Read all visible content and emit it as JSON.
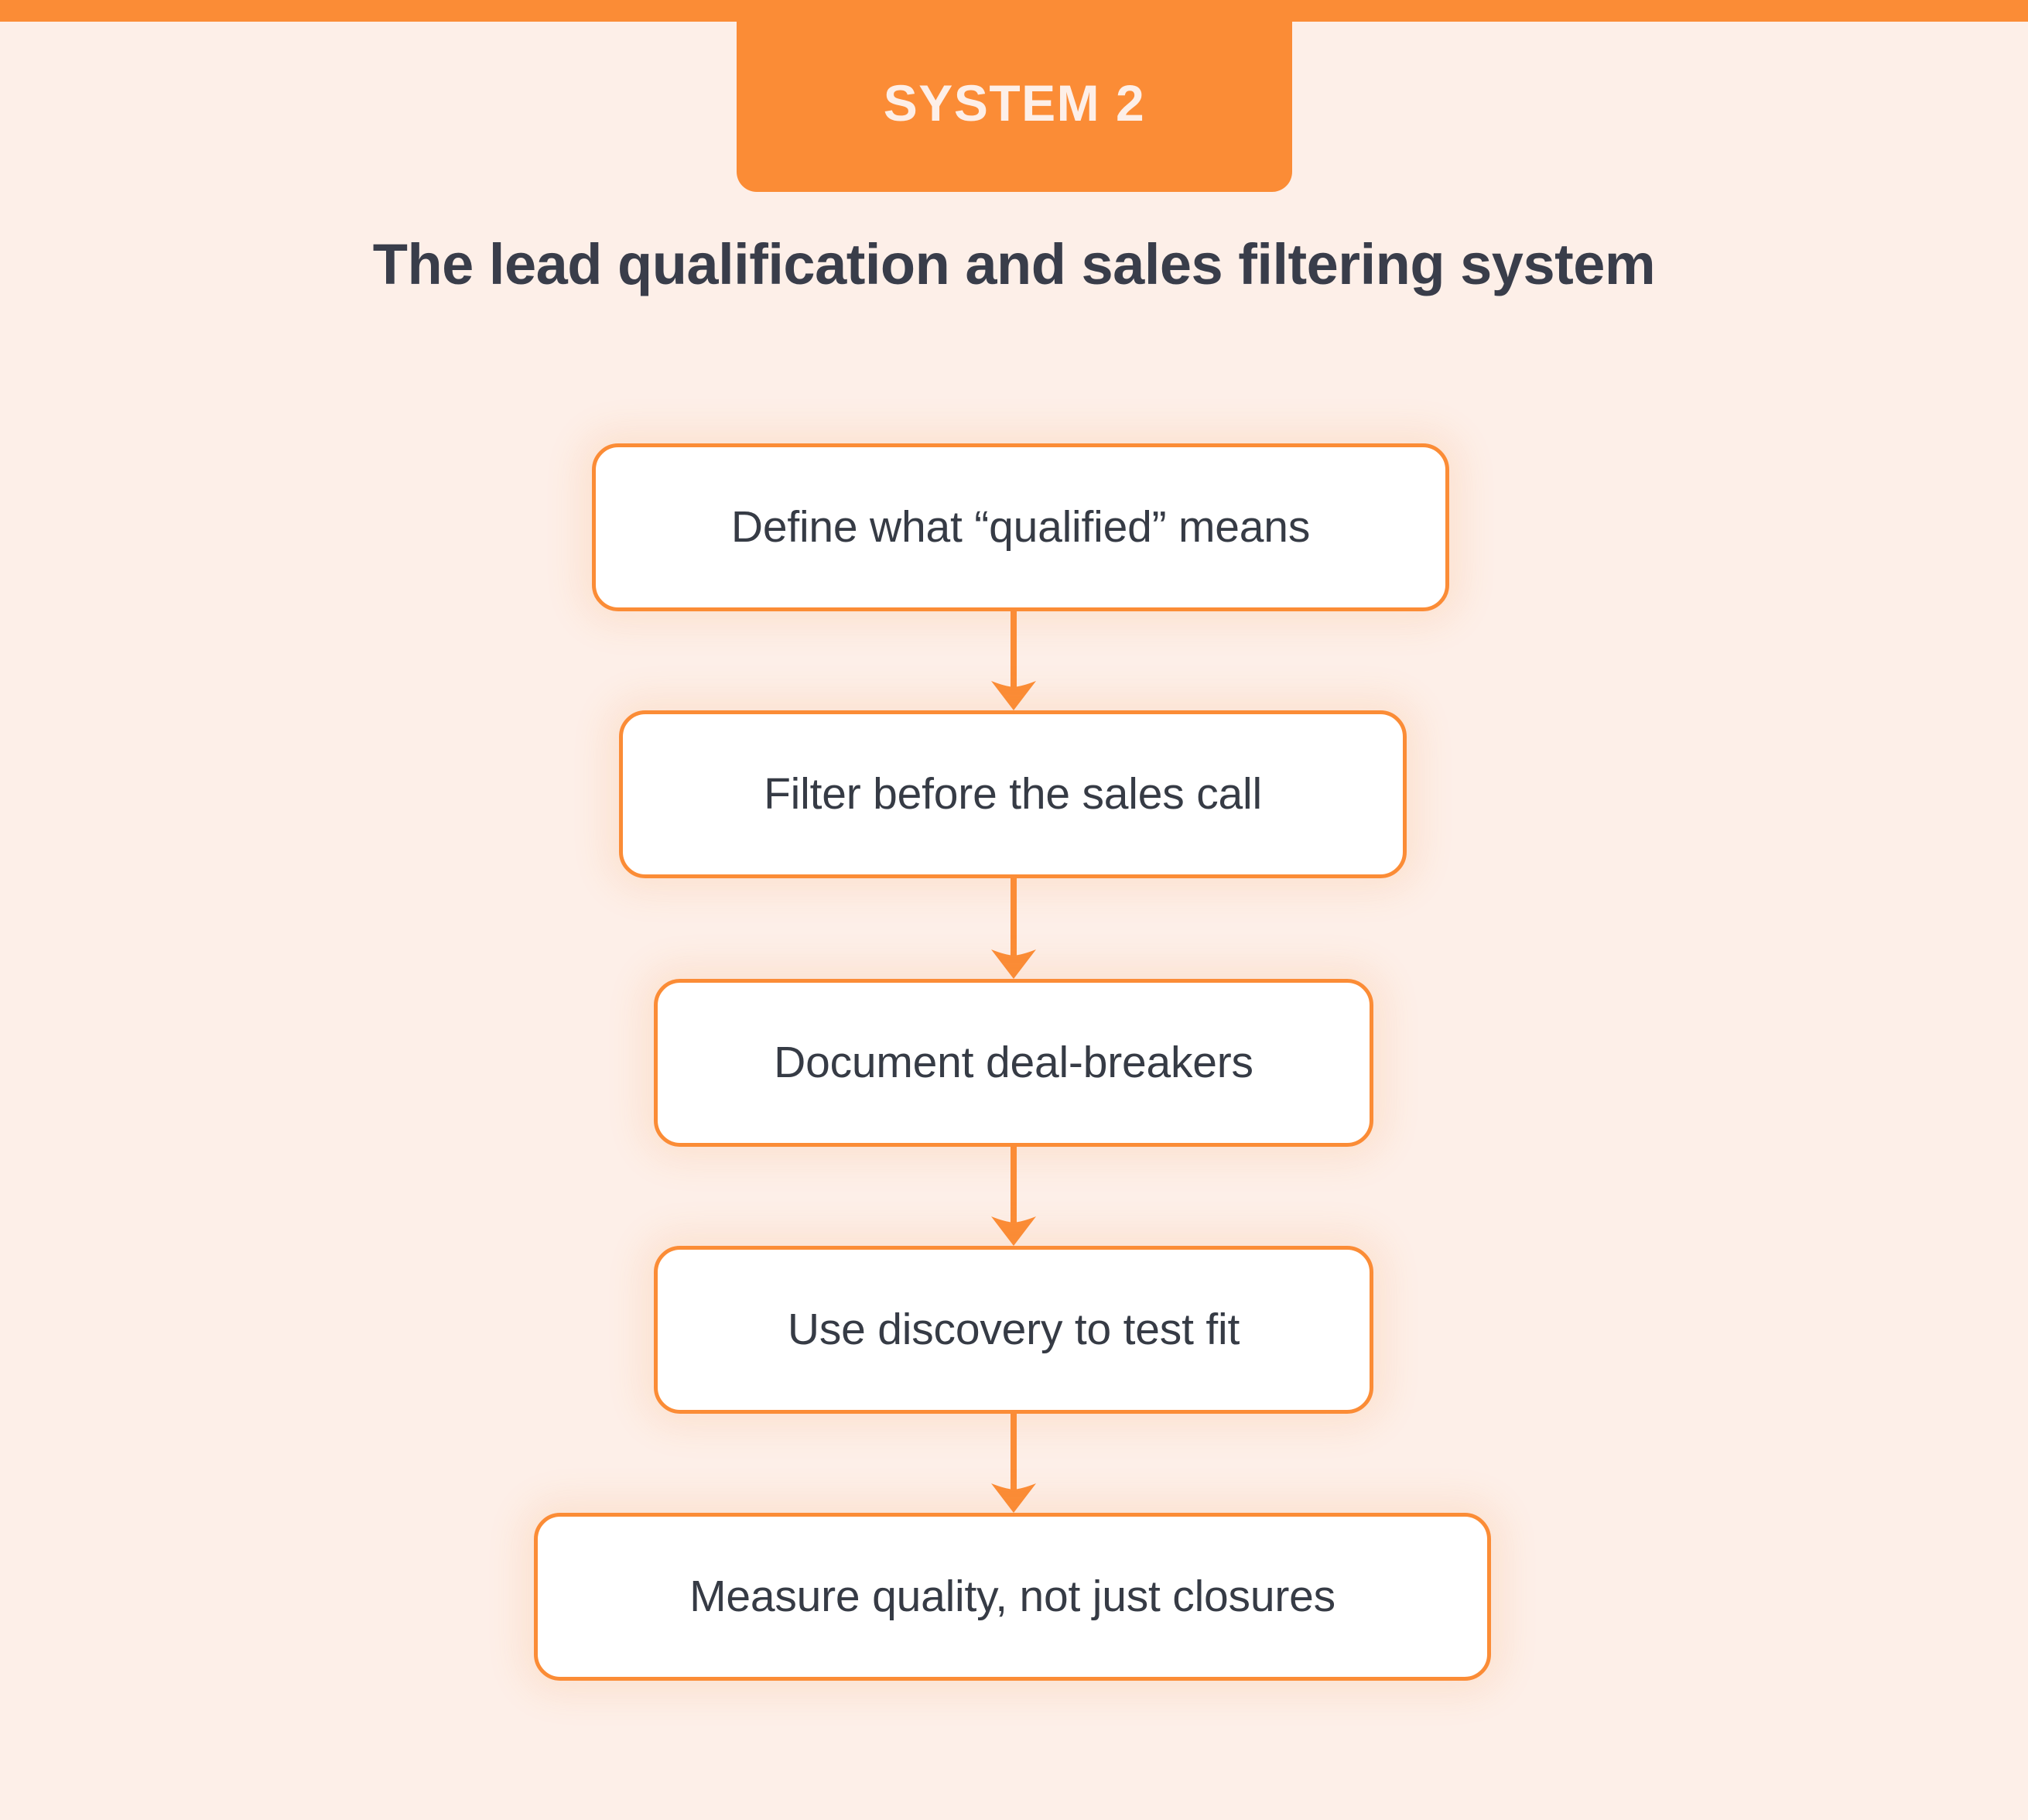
{
  "colors": {
    "background": "#FDEFE8",
    "accent": "#FB8C36",
    "badge_text": "#FDEFE8",
    "title_text": "#393D4A",
    "node_text": "#363B45",
    "node_fill": "#FFFFFF"
  },
  "badge": {
    "label": "SYSTEM 2"
  },
  "header": {
    "title": "The lead qualification and sales filtering system"
  },
  "flow": {
    "type": "vertical-flowchart",
    "nodes": [
      {
        "id": "node-1",
        "label": "Define what “qualified” means"
      },
      {
        "id": "node-2",
        "label": "Filter before the sales call"
      },
      {
        "id": "node-3",
        "label": "Document deal-breakers"
      },
      {
        "id": "node-4",
        "label": "Use discovery to test fit"
      },
      {
        "id": "node-5",
        "label": "Measure quality, not just closures"
      }
    ],
    "connectors": [
      {
        "id": "connector-1",
        "from": "node-1",
        "to": "node-2",
        "direction": "down"
      },
      {
        "id": "connector-2",
        "from": "node-2",
        "to": "node-3",
        "direction": "down"
      },
      {
        "id": "connector-3",
        "from": "node-3",
        "to": "node-4",
        "direction": "down"
      },
      {
        "id": "connector-4",
        "from": "node-4",
        "to": "node-5",
        "direction": "down"
      }
    ]
  }
}
